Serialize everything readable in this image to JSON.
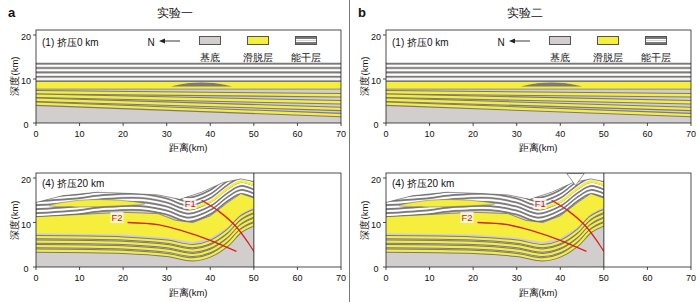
{
  "diagram": {
    "labels": [
      "a",
      "实验一",
      "(1) 挤压0 km",
      "N",
      "深度(km)",
      "0",
      "10",
      "20",
      "0",
      "10",
      "20",
      "30",
      "40",
      "50",
      "60",
      "70",
      "距离(km)",
      "(4) 挤压20 km",
      "深度(km)",
      "0",
      "10",
      "20",
      "0",
      "10",
      "20",
      "30",
      "40",
      "50",
      "60",
      "70",
      "距离(km)",
      "F1",
      "F2",
      "b",
      "实验二",
      "(1) 挤压0 km",
      "N",
      "深度(km)",
      "0",
      "10",
      "20",
      "0",
      "10",
      "20",
      "30",
      "40",
      "50",
      "60",
      "70",
      "距离(km)",
      "(4) 挤压20 km",
      "深度(km)",
      "0",
      "10",
      "20",
      "0",
      "10",
      "20",
      "30",
      "40",
      "50",
      "60",
      "70",
      "距离(km)",
      "F1",
      "F2"
    ],
    "legend": [
      {
        "text": "基底",
        "color": "#d2cece"
      },
      {
        "text": "滑脱层",
        "color": "#f6ee3c"
      },
      {
        "text": "能干层"
      },
      {
        "text": "基底",
        "color": "#d2cece"
      },
      {
        "text": "滑脱层",
        "color": "#f6ee3c"
      },
      {
        "text": "能干层"
      }
    ]
  }
}
